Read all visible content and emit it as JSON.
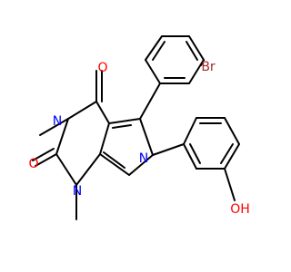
{
  "molecule": {
    "atom_labels": {
      "bromine": "Br",
      "carbonyl_oxygen_top": "O",
      "carbonyl_oxygen_left": "O",
      "ring_nitrogen_methyl_top": "N",
      "ring_nitrogen_methyl_bottom": "N",
      "pyrrole_nitrogen": "N",
      "hydroxyl": "OH"
    },
    "colors": {
      "bromine": "#a52a2a",
      "oxygen": "#ff0000",
      "nitrogen": "#0000ff",
      "carbon_bond": "#000000"
    }
  }
}
